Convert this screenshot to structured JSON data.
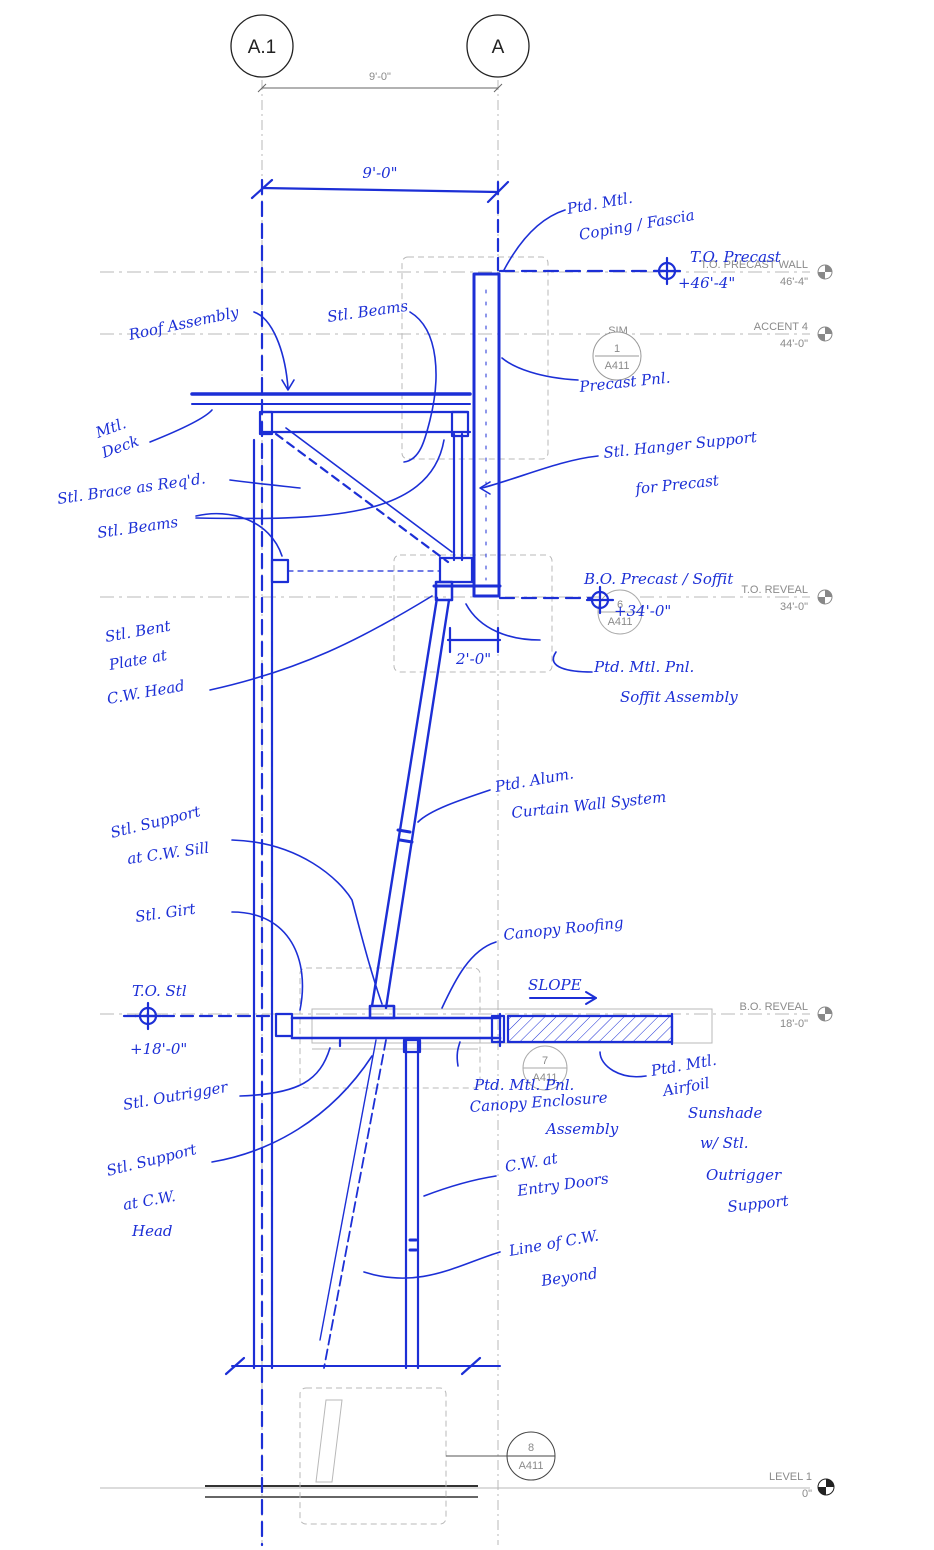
{
  "grid": {
    "left_label": "A.1",
    "right_label": "A",
    "dimension": "9'-0\""
  },
  "levels": [
    {
      "id": "tos_precast",
      "name": "T.O. PRECAST WALL",
      "elev": "46'-4\""
    },
    {
      "id": "accent4",
      "name": "ACCENT 4",
      "elev": "44'-0\""
    },
    {
      "id": "to_reveal",
      "name": "T.O. REVEAL",
      "elev": "34'-0\""
    },
    {
      "id": "bo_reveal",
      "name": "B.O. REVEAL",
      "elev": "18'-0\""
    },
    {
      "id": "level1",
      "name": "LEVEL 1",
      "elev": "0\""
    }
  ],
  "callouts": {
    "sim": "SIM",
    "c1_num": "1",
    "c1_sheet": "A411",
    "c6_num": "6",
    "c6_sheet": "A411",
    "c7_num": "7",
    "c7_sheet": "A411",
    "c8_num": "8",
    "c8_sheet": "A411"
  },
  "notes": {
    "dim_top": "9'-0\"",
    "coping_1": "Ptd. Mtl.",
    "coping_2": "Coping / Fascia",
    "to_precast_1": "T.O. Precast",
    "to_precast_2": "+46'-4\"",
    "roof_assembly": "Roof Assembly",
    "stl_beams_top": "Stl. Beams",
    "precast_pnl": "Precast Pnl.",
    "mtl_deck_1": "Mtl.",
    "mtl_deck_2": "Deck",
    "hanger_1": "Stl. Hanger Support",
    "hanger_2": "for Precast",
    "brace": "Stl. Brace as Req'd.",
    "stl_beams_mid": "Stl. Beams",
    "bo_precast_1": "B.O. Precast / Soffit",
    "bo_precast_2": "+34'-0\"",
    "bent_1": "Stl. Bent",
    "bent_2": "Plate at",
    "bent_3": "C.W. Head",
    "dim_2ft": "2'-0\"",
    "soffit_1": "Ptd. Mtl. Pnl.",
    "soffit_2": "Soffit Assembly",
    "cw_1": "Ptd. Alum.",
    "cw_2": "Curtain Wall System",
    "sill_1": "Stl. Support",
    "sill_2": "at C.W. Sill",
    "girt": "Stl. Girt",
    "canopy_roofing": "Canopy Roofing",
    "slope": "SLOPE",
    "to_stl_1": "T.O. Stl",
    "to_stl_2": "+18'-0\"",
    "outrigger": "Stl. Outrigger",
    "enclosure_1": "Ptd. Mtl. Pnl.",
    "enclosure_2": "Canopy Enclosure",
    "enclosure_3": "Assembly",
    "airfoil_1": "Ptd. Mtl.",
    "airfoil_2": "Airfoil",
    "sunshade_1": "Sunshade",
    "sunshade_2": "w/ Stl.",
    "sunshade_3": "Outrigger",
    "sunshade_4": "Support",
    "head_1": "Stl. Support",
    "head_2": "at C.W.",
    "head_3": "Head",
    "entry_1": "C.W. at",
    "entry_2": "Entry Doors",
    "beyond_1": "Line of C.W.",
    "beyond_2": "Beyond"
  },
  "colors": {
    "ink": "#1c2fd6",
    "cad": "#8a8a8a"
  }
}
